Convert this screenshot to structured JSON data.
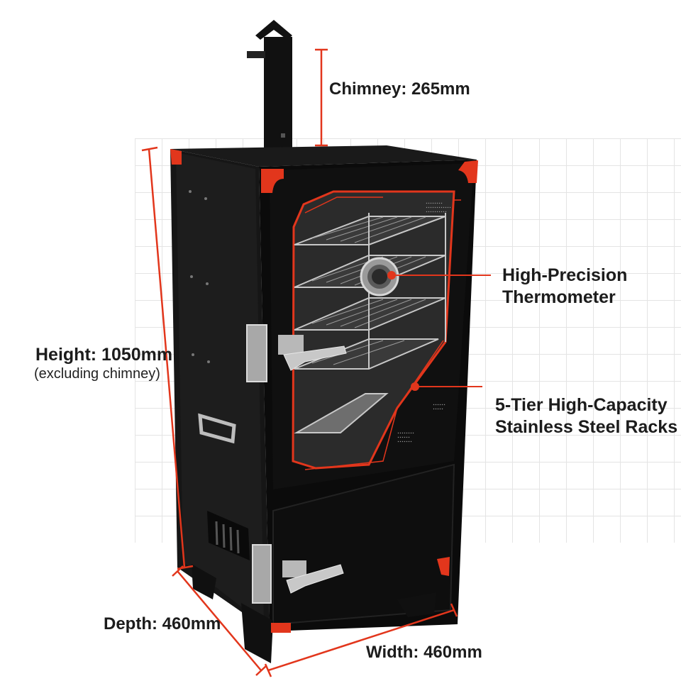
{
  "dimensions": {
    "chimney": "Chimney: 265mm",
    "height": "Height: 1050mm",
    "height_note": "(excluding chimney)",
    "depth": "Depth: 460mm",
    "width": "Width: 460mm"
  },
  "features": {
    "thermometer_line1": "High-Precision",
    "thermometer_line2": "Thermometer",
    "racks_line1": "5-Tier High-Capacity",
    "racks_line2": "Stainless Steel Racks"
  },
  "colors": {
    "accent": "#e2361c",
    "cabinet": "#0d0d0d",
    "steel": "#c8c8c8",
    "background": "#ffffff",
    "grid": "#e2e2e2"
  },
  "icons": {
    "thermometer": "thermometer-dial-icon",
    "door_latch": "latch-handle-icon",
    "side_handle": "handle-icon"
  }
}
